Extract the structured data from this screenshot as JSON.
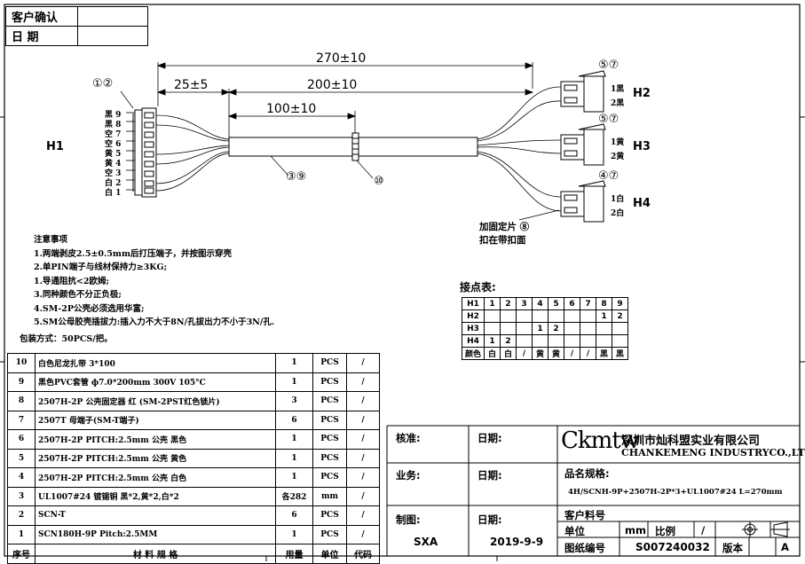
{
  "customer_block": {
    "confirm": "客户确认",
    "date": "日 期"
  },
  "dims": {
    "total": "270±10",
    "left": "25±5",
    "mid": "200±10",
    "inner": "100±10"
  },
  "callouts": {
    "c12": "①②",
    "c39": "③⑨",
    "c10": "⑩",
    "h2": "⑤⑦",
    "h3": "⑤⑦",
    "h4": "④⑦"
  },
  "connectors": {
    "h1": "H1",
    "h2": "H2",
    "h3": "H3",
    "h4": "H4",
    "h1_pins": [
      {
        "color": "黑",
        "num": "9"
      },
      {
        "color": "黑",
        "num": "8"
      },
      {
        "color": "空",
        "num": "7"
      },
      {
        "color": "空",
        "num": "6"
      },
      {
        "color": "黄",
        "num": "5"
      },
      {
        "color": "黄",
        "num": "4"
      },
      {
        "color": "空",
        "num": "3"
      },
      {
        "color": "白",
        "num": "2"
      },
      {
        "color": "白",
        "num": "1"
      }
    ],
    "h2_pins": [
      "1黑",
      "2黑"
    ],
    "h3_pins": [
      "1黄",
      "2黄"
    ],
    "h4_pins": [
      "1白",
      "2白"
    ]
  },
  "clip_note": {
    "line1": "加固定片 ⑧",
    "line2": "扣在带扣面"
  },
  "notes": {
    "title": "注意事项",
    "items": [
      "1.两端剥皮2.5±0.5mm后打压端子，并按图示穿壳",
      "2.单PIN端子与线材保持力≥3KG;",
      "1.导通阻抗<2欧姆;",
      "3.同种颜色不分正负极;",
      "4.SM-2P公壳必须选用华富;",
      "5.SM公母胶壳插拔力:插入力不大于8N/孔拔出力不小于3N/孔."
    ],
    "packing": "包装方式：50PCS/把。"
  },
  "pin_table": {
    "title": "接点表:",
    "header": [
      "H1",
      "1",
      "2",
      "3",
      "4",
      "5",
      "6",
      "7",
      "8",
      "9"
    ],
    "rows": [
      [
        "H2",
        "",
        "",
        "",
        "",
        "",
        "",
        "",
        "1",
        "2"
      ],
      [
        "H3",
        "",
        "",
        "",
        "1",
        "2",
        "",
        "",
        "",
        ""
      ],
      [
        "H4",
        "1",
        "2",
        "",
        "",
        "",
        "",
        "",
        "",
        ""
      ],
      [
        "颜色",
        "白",
        "白",
        "/",
        "黄",
        "黄",
        "/",
        "/",
        "黑",
        "黑"
      ]
    ]
  },
  "bom": {
    "rows": [
      {
        "no": "10",
        "desc": "白色尼龙扎带 3*100",
        "qty": "1",
        "unit": "PCS",
        "code": "/"
      },
      {
        "no": "9",
        "desc": "黑色PVC套管 ф7.0*200mm 300V 105°C",
        "qty": "1",
        "unit": "PCS",
        "code": "/"
      },
      {
        "no": "8",
        "desc": "2507H-2P 公壳固定器 红 (SM-2PST红色锁片)",
        "qty": "3",
        "unit": "PCS",
        "code": "/"
      },
      {
        "no": "7",
        "desc": "2507T 母端子(SM-T端子)",
        "qty": "6",
        "unit": "PCS",
        "code": "/"
      },
      {
        "no": "6",
        "desc": "2507H-2P PITCH:2.5mm 公壳 黑色",
        "qty": "1",
        "unit": "PCS",
        "code": "/"
      },
      {
        "no": "5",
        "desc": "2507H-2P PITCH:2.5mm 公壳 黄色",
        "qty": "1",
        "unit": "PCS",
        "code": "/"
      },
      {
        "no": "4",
        "desc": "2507H-2P PITCH:2.5mm 公壳 白色",
        "qty": "1",
        "unit": "PCS",
        "code": "/"
      },
      {
        "no": "3",
        "desc": "UL1007#24 镀锡铜 黑*2,黄*2,白*2",
        "qty": "各282",
        "unit": "mm",
        "code": "/"
      },
      {
        "no": "2",
        "desc": "SCN-T",
        "qty": "6",
        "unit": "PCS",
        "code": "/"
      },
      {
        "no": "1",
        "desc": "SCN180H-9P Pitch:2.5MM",
        "qty": "1",
        "unit": "PCS",
        "code": "/"
      }
    ],
    "header": {
      "no": "序号",
      "desc": "材 料 规 格",
      "qty": "用量",
      "unit": "单位",
      "code": "代码"
    }
  },
  "title_block": {
    "approve": "核准:",
    "date1": "日期:",
    "business": "业务:",
    "date2": "日期:",
    "drawn": "制图:",
    "date3": "日期:",
    "drafter": "SXA",
    "draw_date": "2019-9-9",
    "logo": "Ckmtw",
    "company_cn": "深圳市灿科盟实业有限公司",
    "company_en": "CHANKEMENG INDUSTRYCO.,LTD",
    "product_label": "品名规格:",
    "product_spec": "4H/SCNH-9P+2507H-2P*3+UL1007#24 L=270mm",
    "part_no_label": "客户料号",
    "unit_label": "单位",
    "unit_value": "mm",
    "scale_label": "比例",
    "scale_value": "/",
    "drawing_no_label": "图纸编号",
    "drawing_no": "S007240032",
    "version_label": "版本",
    "version": "A"
  }
}
